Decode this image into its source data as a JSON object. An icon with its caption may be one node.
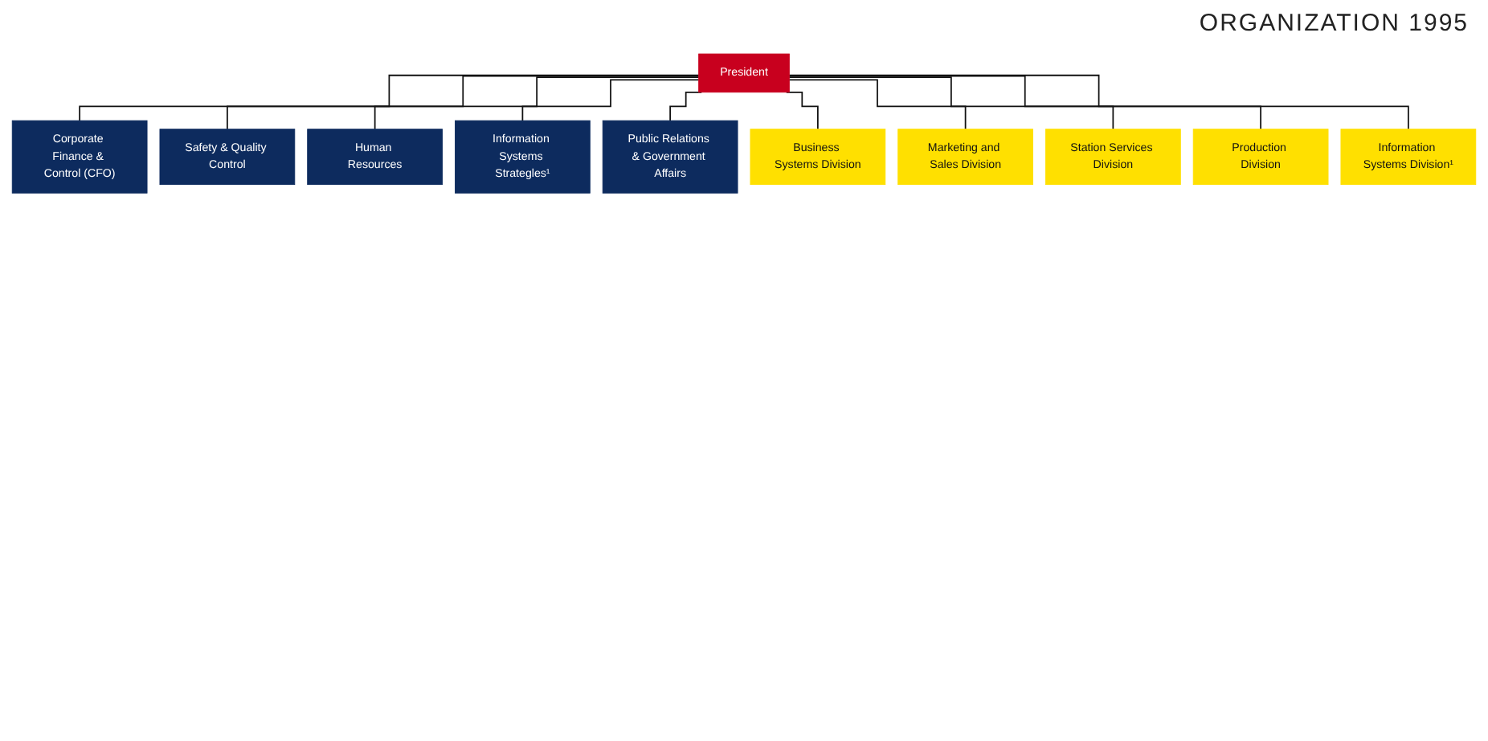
{
  "diagram": {
    "title": "ORGANIZATION 1995",
    "nodes": [
      {
        "text": [
          "President"
        ]
      },
      {
        "text": [
          "Corporate Finance & Control (CFO)"
        ]
      },
      {
        "text": [
          "Safety & Quality Control"
        ]
      },
      {
        "text": [
          "Human Resources"
        ]
      },
      {
        "text": [
          "Information Systems Strategles¹"
        ]
      },
      {
        "text": [
          "Public Relations & Government Affairs"
        ]
      },
      {
        "text": [
          "Business Systems Division"
        ]
      },
      {
        "text": [
          "Marketing and Sales Division"
        ]
      },
      {
        "text": [
          "Station Services Division"
        ]
      },
      {
        "text": [
          "Production Division"
        ]
      },
      {
        "text": [
          "Information Systems Division¹"
        ]
      }
    ],
    "edges": [
      {
        "from": 0,
        "to": 1,
        "arrow": "none"
      },
      {
        "from": 0,
        "to": 2,
        "arrow": "none"
      },
      {
        "from": 0,
        "to": 3,
        "arrow": "none"
      },
      {
        "from": 0,
        "to": 4,
        "arrow": "none"
      },
      {
        "from": 0,
        "to": 5,
        "arrow": "none"
      },
      {
        "from": 0,
        "to": 6,
        "arrow": "none"
      },
      {
        "from": 0,
        "to": 7,
        "arrow": "none"
      },
      {
        "from": 0,
        "to": 8,
        "arrow": "none"
      },
      {
        "from": 0,
        "to": 9,
        "arrow": "none"
      },
      {
        "from": 0,
        "to": 10,
        "arrow": "none"
      }
    ]
  }
}
